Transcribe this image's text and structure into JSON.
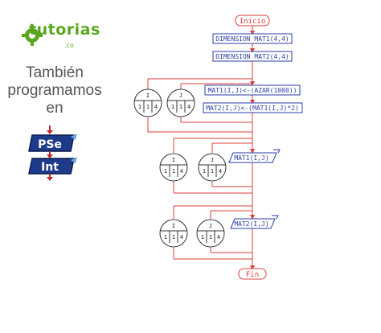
{
  "brand": {
    "name": "tutorias",
    "domain": ".co",
    "color": "#5aa71e"
  },
  "promo": {
    "lines": [
      "También",
      "programamos",
      "en"
    ]
  },
  "badges": [
    {
      "label": "PSe",
      "icon": "pseint-badge-icon"
    },
    {
      "label": "Int",
      "icon": "pseint-badge-icon"
    }
  ],
  "flowchart": {
    "start": "Inicio",
    "end": "Fin",
    "steps": {
      "dim1": "DIMENSION MAT1(4,4)",
      "dim2": "DIMENSION MAT2(4,4)",
      "assign1": "MAT1(I,J)<-(AZAR(1000))",
      "assign2": "MAT2(I,J)<-(MAT1(I,J)*2)",
      "write1": "MAT1(I,J)",
      "write2": "MAT2(I,J)"
    },
    "loops": [
      {
        "outer": {
          "var": "I",
          "start": "1",
          "step": "1",
          "end": "4"
        },
        "inner": {
          "var": "J",
          "start": "1",
          "step": "1",
          "end": "4"
        }
      },
      {
        "outer": {
          "var": "I",
          "start": "1",
          "step": "1",
          "end": "4"
        },
        "inner": {
          "var": "J",
          "start": "1",
          "step": "1",
          "end": "4"
        }
      },
      {
        "outer": {
          "var": "I",
          "start": "1",
          "step": "1",
          "end": "4"
        },
        "inner": {
          "var": "J",
          "start": "1",
          "step": "1",
          "end": "4"
        }
      }
    ],
    "colors": {
      "line": "#d9423d",
      "box": "#2b3ea8",
      "node": "#333333",
      "box_fill": "#ffffff"
    }
  }
}
